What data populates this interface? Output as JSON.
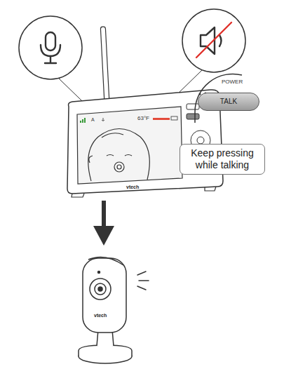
{
  "diagram": {
    "nodes": [
      {
        "text": [
          "TALK"
        ]
      },
      {
        "text": [
          "Keep pressing while talking"
        ]
      }
    ],
    "labels": [
      "POWER",
      "A",
      "63°F",
      "vtech",
      "vtech"
    ]
  }
}
